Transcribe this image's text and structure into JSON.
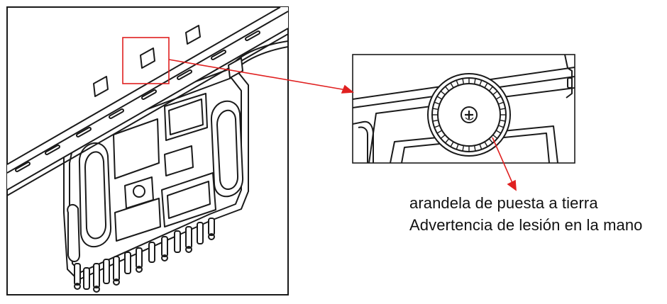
{
  "figure": {
    "caption_line1": "arandela de puesta a tierra",
    "caption_line2": "Advertencia de lesión en la mano",
    "callout_color": "#e02020",
    "line_color": "#1a1a1a",
    "icons": {
      "main_view": "microinverter-on-rail-drawing",
      "detail_view": "grounding-washer-closeup",
      "screw": "phillips-screw-icon"
    }
  }
}
